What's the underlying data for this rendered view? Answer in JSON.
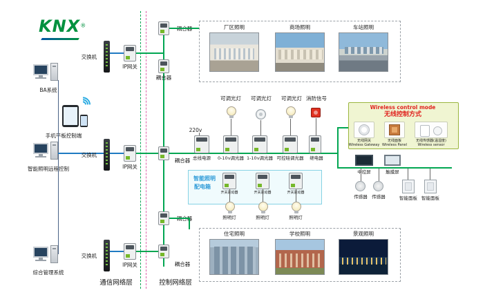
{
  "logo": {
    "text": "KNX",
    "reg": "®"
  },
  "left_terminals": [
    "BA系统",
    "手机平板控制端",
    "智能照明远程控制",
    "综合管理系统"
  ],
  "network": {
    "switch": "交换机",
    "gateway": "IP网关",
    "coupler": "耦合器",
    "power": "220v",
    "layer_left": "通信网络层",
    "layer_right": "控制网络层"
  },
  "top_scenes": [
    "厂区照明",
    "商场照明",
    "车站照明"
  ],
  "bottom_scenes": [
    "住宅照明",
    "学校照明",
    "景观照明"
  ],
  "loads": [
    "可调光灯",
    "可调光灯",
    "可调光灯",
    "消防信号"
  ],
  "modules": [
    "总线电源",
    "0-10v调光器",
    "1-10v调光器",
    "可控硅调光器",
    "继电器"
  ],
  "cabinet": {
    "title1": "智能照明",
    "title2": "配电箱",
    "drivers": [
      "开关驱动器",
      "开关驱动器",
      "开关驱动器"
    ],
    "lamps": [
      "照明灯",
      "照明灯",
      "照明灯"
    ]
  },
  "wireless": {
    "title_en": "Wireless control mode",
    "title_cn": "无线控制方式",
    "items": [
      {
        "name": "无线网关",
        "en": "Wireless Gateway"
      },
      {
        "name": "无线面板",
        "en": "Wireless Panel"
      },
      {
        "name": "无线传感器(温湿度)",
        "en": "Wireless sensor"
      }
    ]
  },
  "right_devices": {
    "screens": [
      "中控屏",
      "触摸屏"
    ],
    "sensors": [
      "传感器",
      "传感器"
    ],
    "panels": [
      "智能面板",
      "智能面板"
    ]
  },
  "colors": {
    "bus_green": "#00a651",
    "ethernet_blue": "#1f7ac2",
    "alarm_red": "#e03222",
    "wireless_bg": "#f0f5d2",
    "cabinet_blue": "#2e9bd8"
  }
}
